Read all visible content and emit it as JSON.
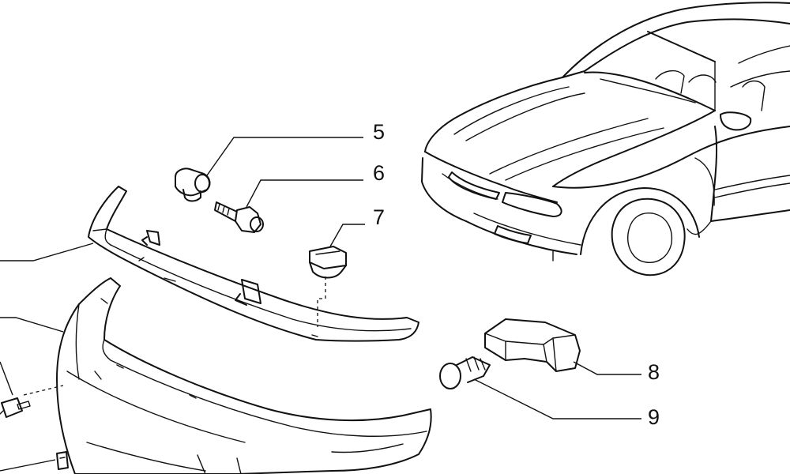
{
  "callouts": [
    {
      "id": "5",
      "label": "5"
    },
    {
      "id": "6",
      "label": "6"
    },
    {
      "id": "7",
      "label": "7"
    },
    {
      "id": "8",
      "label": "8"
    },
    {
      "id": "9",
      "label": "9"
    }
  ]
}
